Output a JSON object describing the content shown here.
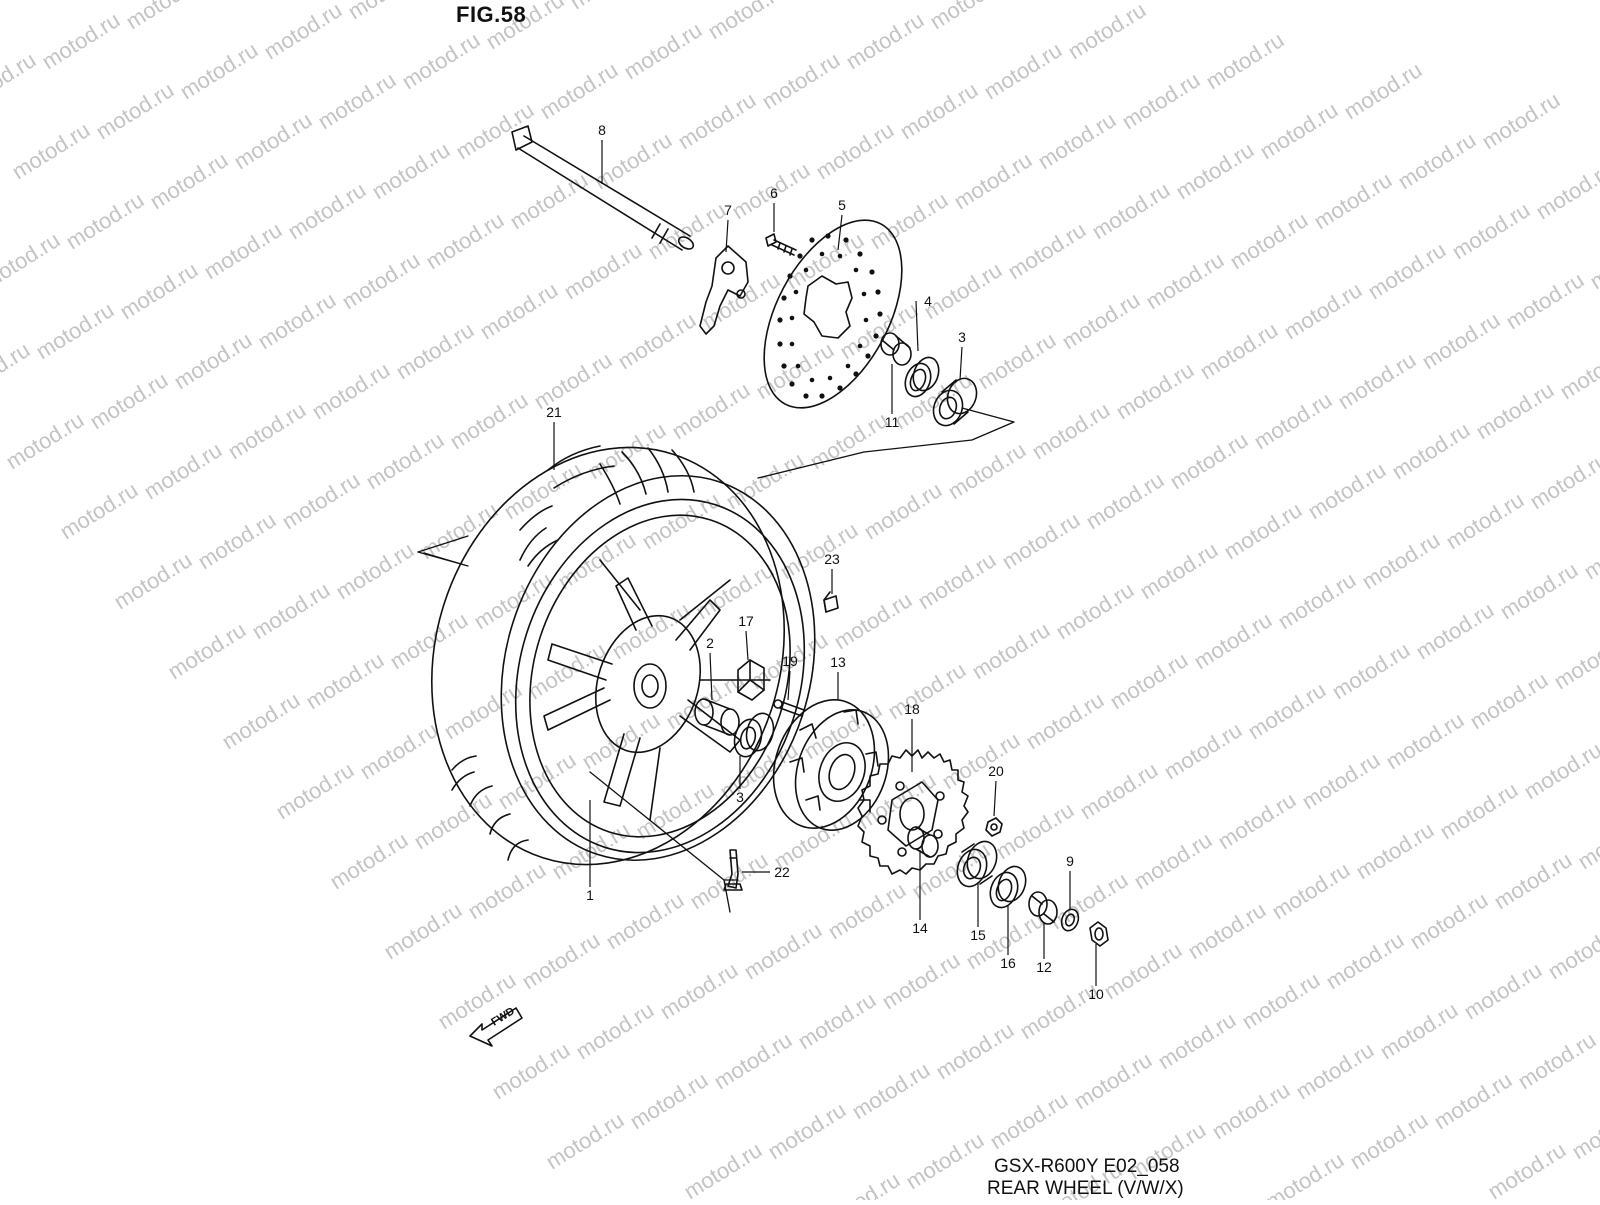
{
  "figure_label": "FIG.58",
  "model_code": "GSX-R600Y E02_058",
  "diagram_title": "REAR WHEEL (V/W/X)",
  "watermark": "motod.ru",
  "direction_marker": "FWD",
  "callouts": [
    "1",
    "2",
    "3",
    "3",
    "4",
    "5",
    "6",
    "7",
    "8",
    "9",
    "10",
    "11",
    "12",
    "13",
    "14",
    "15",
    "16",
    "17",
    "18",
    "19",
    "20",
    "21",
    "22",
    "23"
  ]
}
